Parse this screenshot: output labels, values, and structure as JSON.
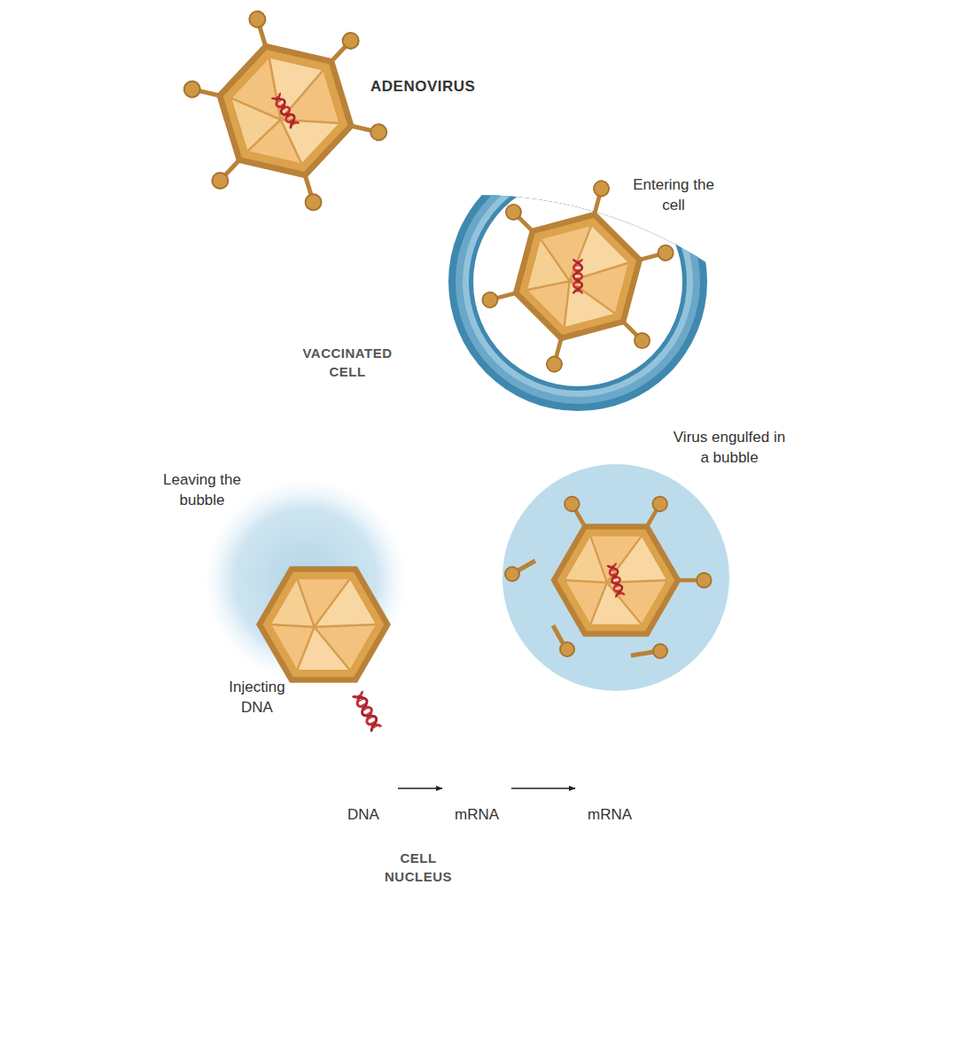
{
  "diagram": {
    "nodes": [
      {
        "text": [
          "VACCINATED CELL"
        ]
      },
      {
        "text": [
          "CELL NUCLEUS"
        ],
        "in": 0
      },
      {
        "text": [
          "DNA"
        ],
        "in": 1
      },
      {
        "text": [
          "mRNA"
        ],
        "in": 1
      },
      {
        "text": [
          "mRNA"
        ],
        "in": 0
      }
    ],
    "edges": [
      {
        "from": 2,
        "to": 3,
        "arrow": "to"
      },
      {
        "from": 3,
        "to": 4,
        "arrow": "to"
      }
    ],
    "labels": [
      "ADENOVIRUS",
      "Entering the cell",
      "Virus engulfed in a bubble",
      "Leaving the bubble",
      "Injecting DNA"
    ]
  }
}
